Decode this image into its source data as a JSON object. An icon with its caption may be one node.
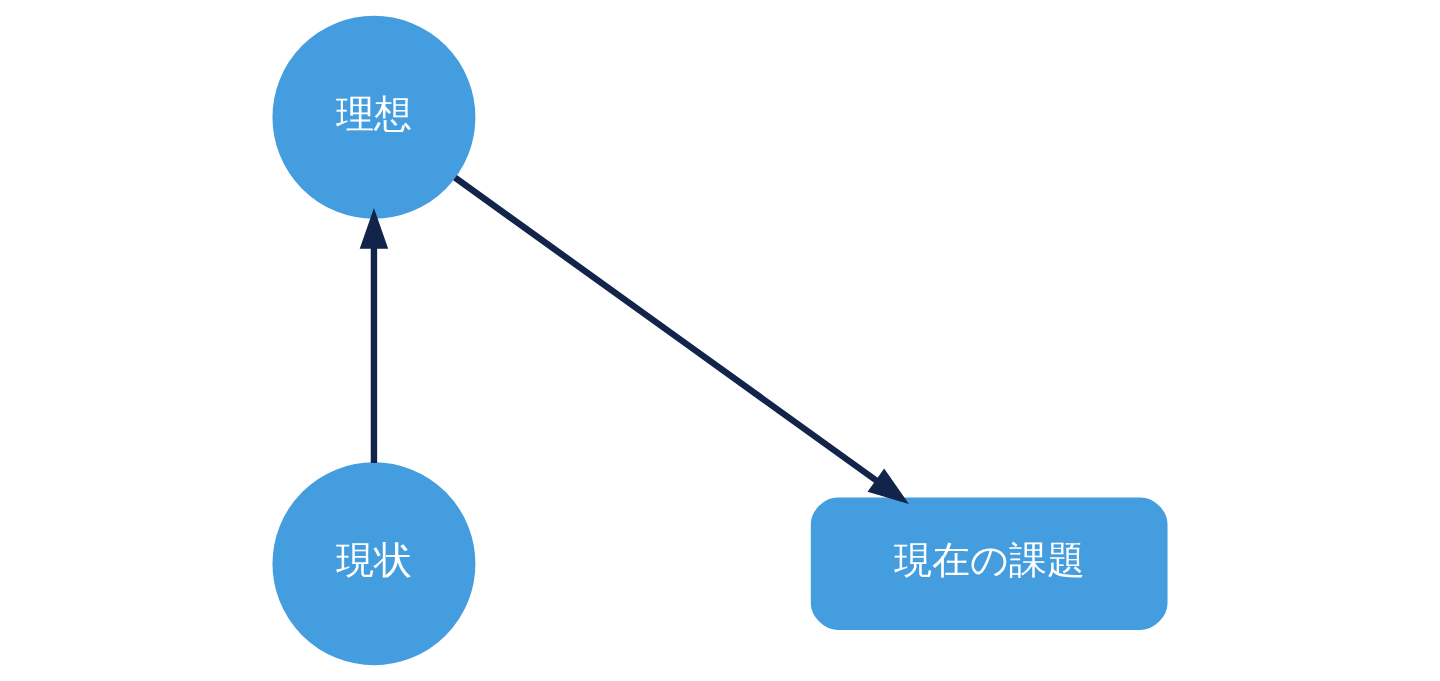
{
  "diagram": {
    "nodes": [
      {
        "text": [
          "現状"
        ]
      },
      {
        "text": [
          "理想"
        ]
      },
      {
        "text": [
          "現在の課題"
        ]
      }
    ],
    "edges": [
      {
        "from": 0,
        "to": 1,
        "arrow": "to"
      },
      {
        "from": 1,
        "to": 2,
        "arrow": "to"
      }
    ]
  }
}
